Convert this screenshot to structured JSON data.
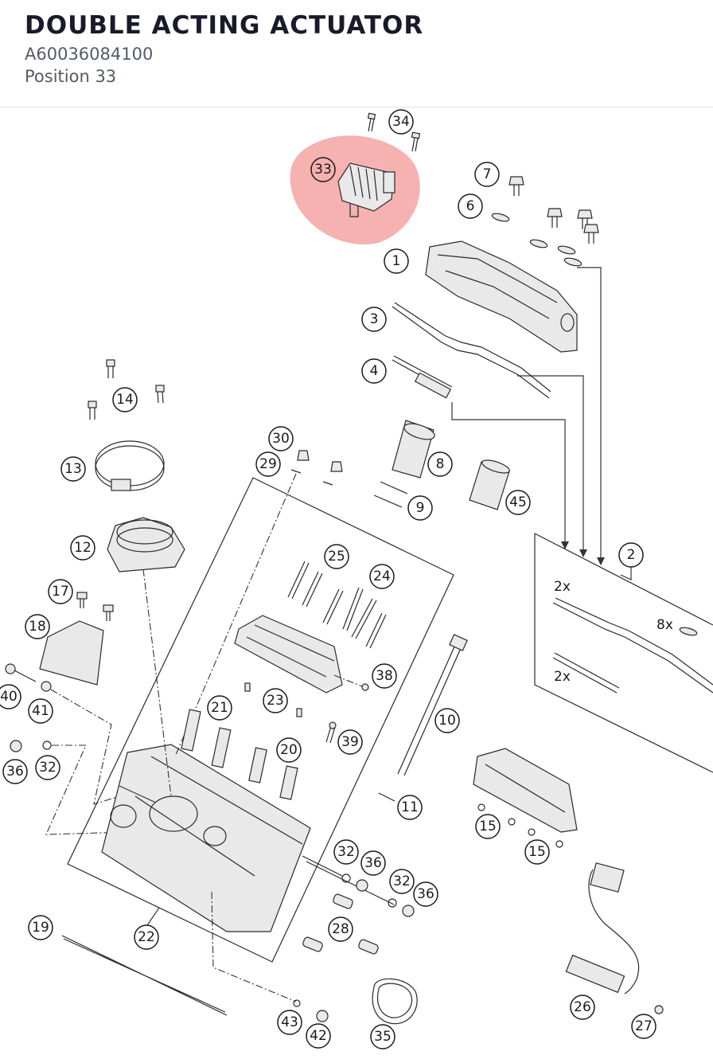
{
  "header": {
    "title": "DOUBLE ACTING ACTUATOR",
    "part_number": "A60036084100",
    "position": "Position 33"
  },
  "highlight": {
    "position": "33",
    "color": "#f4a3a3"
  },
  "callouts": {
    "c1": "1",
    "c2": "2",
    "c3": "3",
    "c4": "4",
    "c6": "6",
    "c7": "7",
    "c8": "8",
    "c9": "9",
    "c10": "10",
    "c11": "11",
    "c12": "12",
    "c13": "13",
    "c14": "14",
    "c15a": "15",
    "c15b": "15",
    "c17": "17",
    "c18": "18",
    "c19": "19",
    "c20": "20",
    "c21": "21",
    "c22": "22",
    "c23": "23",
    "c24": "24",
    "c25": "25",
    "c26": "26",
    "c27": "27",
    "c28": "28",
    "c29": "29",
    "c30": "30",
    "c32a": "32",
    "c32b": "32",
    "c32c": "32",
    "c33": "33",
    "c34": "34",
    "c35": "35",
    "c36a": "36",
    "c36b": "36",
    "c36c": "36",
    "c38": "38",
    "c39": "39",
    "c40": "40",
    "c41": "41",
    "c42": "42",
    "c43": "43",
    "c45": "45"
  },
  "kit_quantities": {
    "q_gasket": "2x",
    "q_rings": "8x",
    "q_seal": "2x"
  }
}
